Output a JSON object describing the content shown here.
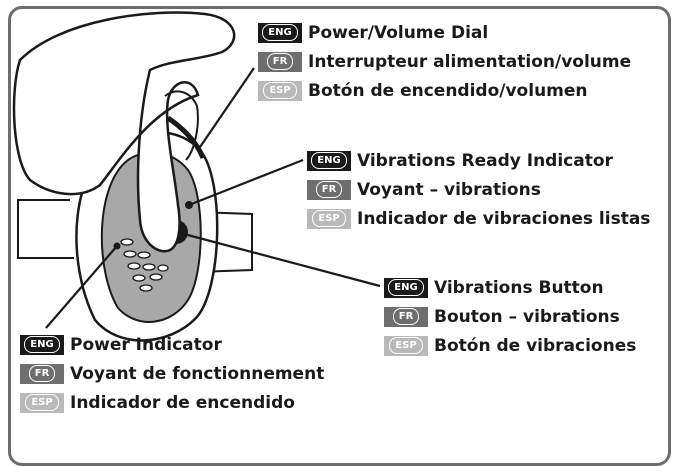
{
  "colors": {
    "eng_badge": "#1a1a1a",
    "fr_badge": "#6e6e6e",
    "esp_badge": "#b9b9b9",
    "frame": "#6d6d6d",
    "device_shade": "#a8a8a8"
  },
  "illustration": {
    "icon": "hand-pressing-massager-device"
  },
  "callouts": {
    "power_volume_dial": {
      "eng": {
        "code": "ENG",
        "text": "Power/Volume Dial"
      },
      "fr": {
        "code": "FR",
        "text": "Interrupteur alimentation/volume"
      },
      "esp": {
        "code": "ESP",
        "text": "Botón de encendido/volumen"
      }
    },
    "vibrations_ready": {
      "eng": {
        "code": "ENG",
        "text": "Vibrations Ready Indicator"
      },
      "fr": {
        "code": "FR",
        "text": "Voyant – vibrations"
      },
      "esp": {
        "code": "ESP",
        "text": "Indicador de vibraciones listas"
      }
    },
    "vibrations_button": {
      "eng": {
        "code": "ENG",
        "text": "Vibrations Button"
      },
      "fr": {
        "code": "FR",
        "text": "Bouton – vibrations"
      },
      "esp": {
        "code": "ESP",
        "text": "Botón de vibraciones"
      }
    },
    "power_indicator": {
      "eng": {
        "code": "ENG",
        "text": "Power Indicator"
      },
      "fr": {
        "code": "FR",
        "text": "Voyant de fonctionnement"
      },
      "esp": {
        "code": "ESP",
        "text": "Indicador de encendido"
      }
    }
  }
}
